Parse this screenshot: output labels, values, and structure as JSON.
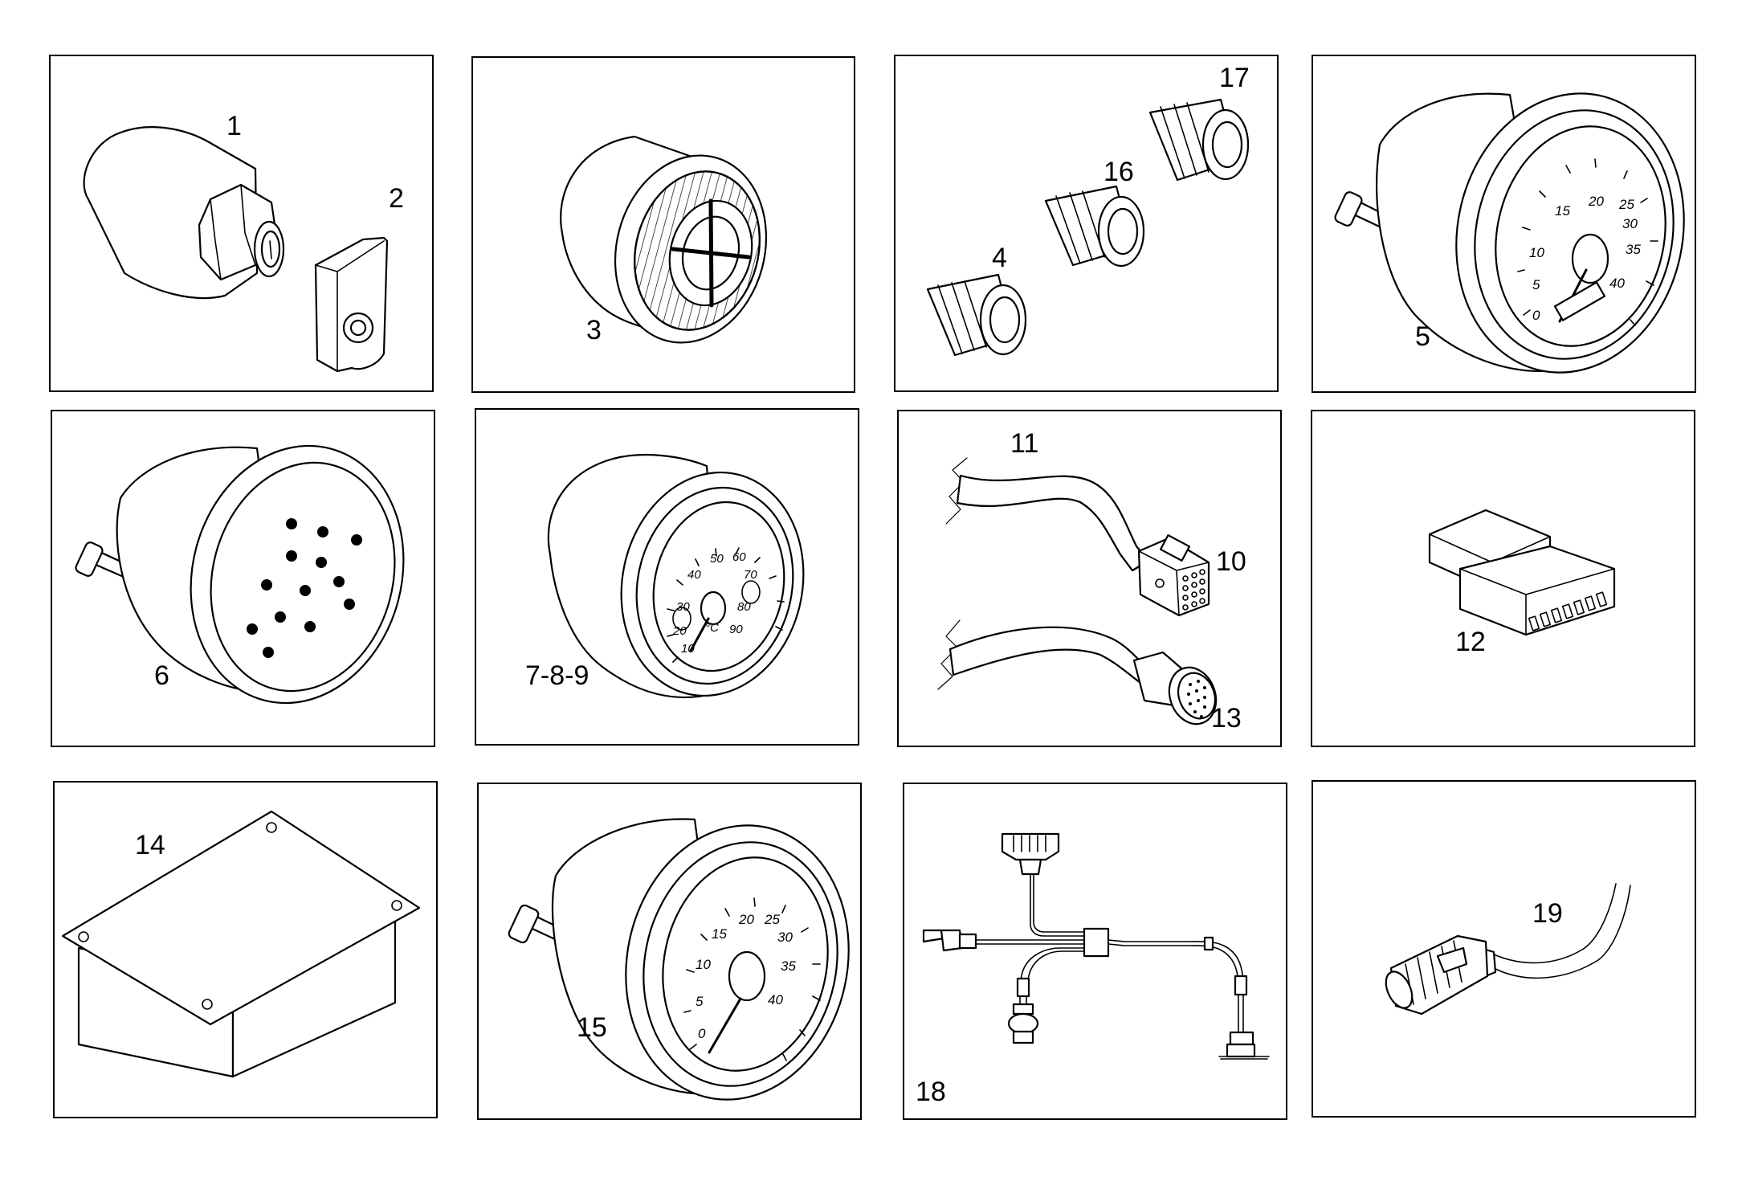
{
  "labels": {
    "p1": "1",
    "p2": "2",
    "p3": "3",
    "p4": "4",
    "p5": "5",
    "p6": "6",
    "p789": "7-8-9",
    "p10": "10",
    "p11": "11",
    "p12": "12",
    "p13": "13",
    "p14": "14",
    "p15": "15",
    "p16": "16",
    "p17": "17",
    "p18": "18",
    "p19": "19"
  },
  "speedometer_scale": [
    "0",
    "5",
    "10",
    "15",
    "20",
    "25",
    "30",
    "35",
    "40"
  ],
  "temperature_scale": [
    "10",
    "20",
    "30",
    "40",
    "50",
    "60",
    "70",
    "80",
    "90"
  ],
  "temperature_unit": "°C"
}
